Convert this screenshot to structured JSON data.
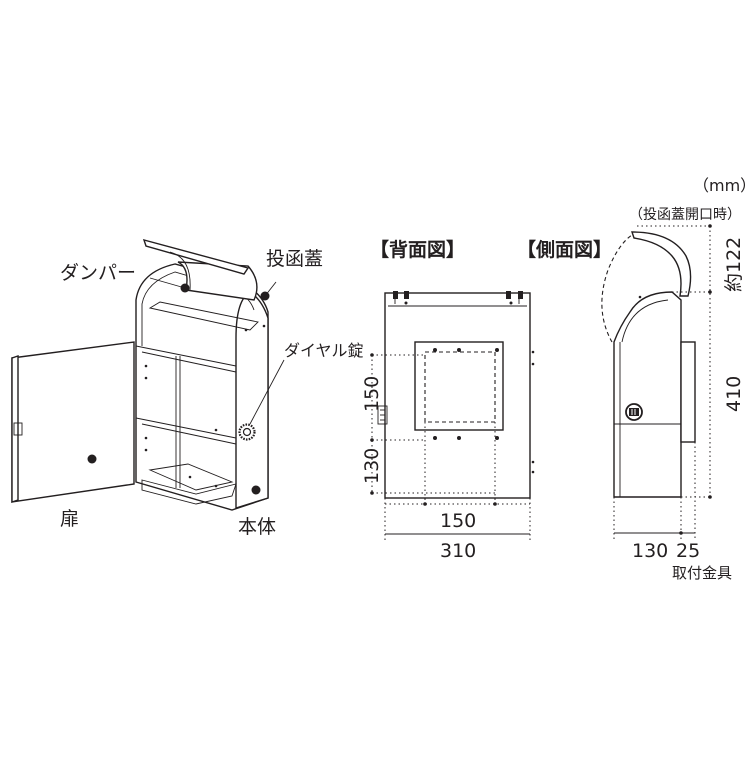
{
  "units": "（mm）",
  "views": {
    "back_title": "【背面図】",
    "side_title": "【側面図】"
  },
  "labels": {
    "damper": "ダンパー",
    "lid": "投函蓋",
    "dial_lock": "ダイヤル錠",
    "door": "扉",
    "body": "本体"
  },
  "back_view": {
    "dim_width_inner": "150",
    "dim_width_total": "310",
    "dim_height_upper": "150",
    "dim_height_lower": "130"
  },
  "side_view": {
    "lid_note": "（投函蓋開口時）",
    "dim_height_lid": "約122",
    "dim_height_body": "410",
    "dim_depth_body": "130",
    "dim_depth_bracket": "25",
    "bracket_label": "取付金具"
  }
}
